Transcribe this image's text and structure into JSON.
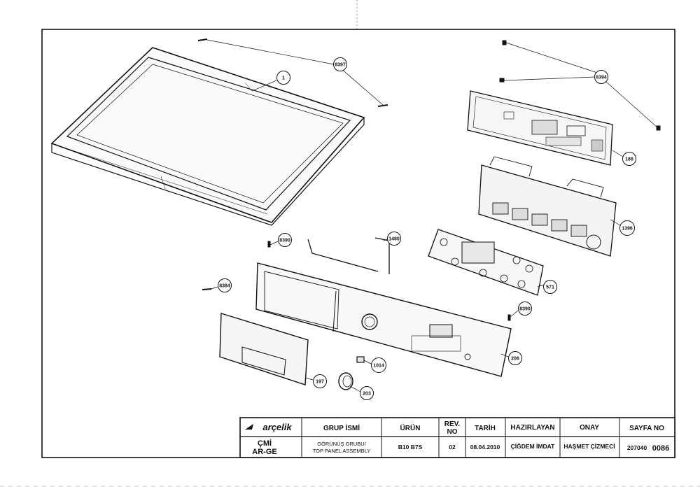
{
  "balloons": [
    {
      "id": "8397",
      "label": "8397"
    },
    {
      "id": "1",
      "label": "1"
    },
    {
      "id": "8394",
      "label": "8394"
    },
    {
      "id": "186",
      "label": "186"
    },
    {
      "id": "1396",
      "label": "1396"
    },
    {
      "id": "8390a",
      "label": "8390"
    },
    {
      "id": "1480",
      "label": "1480"
    },
    {
      "id": "571",
      "label": "571"
    },
    {
      "id": "8384",
      "label": "8384"
    },
    {
      "id": "8390b",
      "label": "8390"
    },
    {
      "id": "1014",
      "label": "1014"
    },
    {
      "id": "206",
      "label": "206"
    },
    {
      "id": "197",
      "label": "197"
    },
    {
      "id": "203",
      "label": "203"
    }
  ],
  "title_block": {
    "logo": "arçelik",
    "header": {
      "group_name": "GRUP İSMİ",
      "product": "ÜRÜN",
      "rev_line1": "REV.",
      "rev_line2": "NO",
      "date": "TARİH",
      "prepared": "HAZIRLAYAN",
      "approved": "ONAY",
      "page_no": "SAYFA NO"
    },
    "values": {
      "dept_line1": "ÇMİ",
      "dept_line2": "AR-GE",
      "group_line1": "GÖRÜNÜŞ GRUBU/",
      "group_line2": "TOP PANEL ASSEMBLY",
      "product": "B10 B7S",
      "rev": "02",
      "date": "08.04.2010",
      "prepared": "ÇİĞDEM İMDAT",
      "approved": "HAŞMET ÇİZMECİ",
      "page_prefix": "207040",
      "page_suffix": "0086"
    }
  }
}
